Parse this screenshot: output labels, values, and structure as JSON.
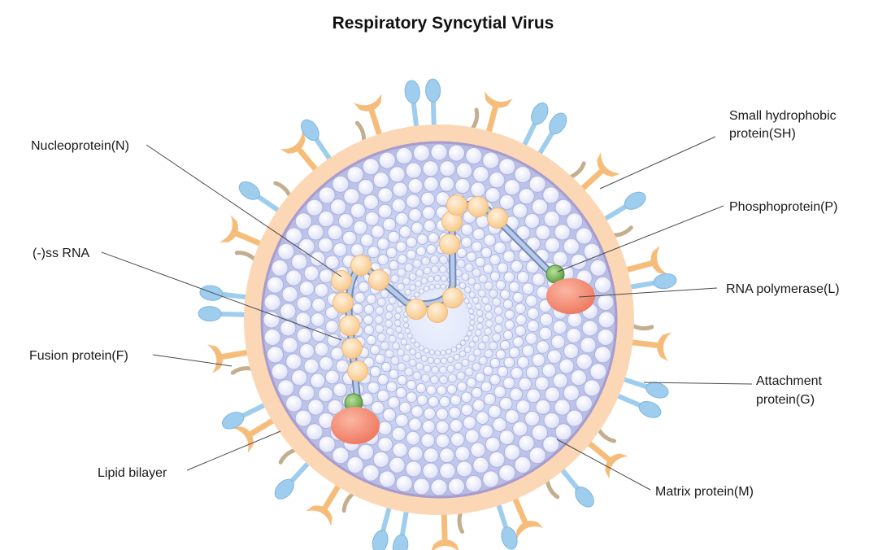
{
  "title": "Respiratory Syncytial Virus",
  "labels": {
    "nucleoprotein": "Nucleoprotein(N)",
    "ssrna": "(-)ss RNA",
    "fusion": "Fusion protein(F)",
    "lipid": "Lipid bilayer",
    "sh_line1": "Small hydrophobic",
    "sh_line2": "protein(SH)",
    "phospho": "Phosphoprotein(P)",
    "polymerase": "RNA polymerase(L)",
    "attach_line1": "Attachment",
    "attach_line2": "protein(G)",
    "matrix": "Matrix protein(M)"
  },
  "colors": {
    "envelope": "#fbd7b6",
    "core": "#c4c6ea",
    "core_rim": "#a89ccc",
    "bead": "#eef0fb",
    "bead_edge": "#a7acdb",
    "fusion_spike": "#9fcdee",
    "attachment_spike": "#f6bd7a",
    "sh_protein": "#c3ae8e",
    "nucleoprotein": "#fbd6a1",
    "rna": "#b9cbe8",
    "phosphoprotein": "#7db35b",
    "polymerase": "#f38b72"
  }
}
